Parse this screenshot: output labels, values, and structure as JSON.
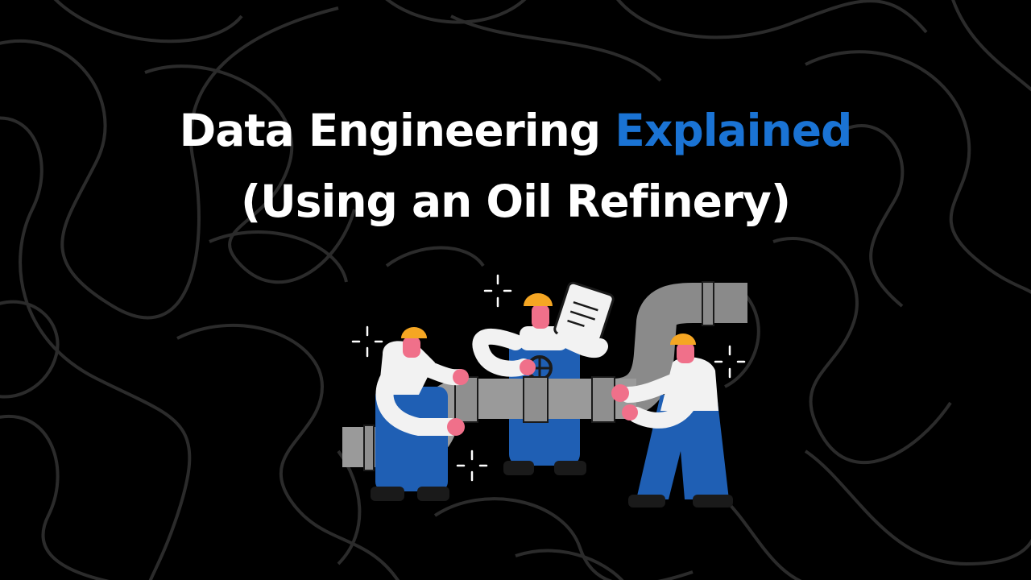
{
  "title": {
    "line1_prefix": "Data Engineering ",
    "line1_accent": "Explained",
    "line2": "(Using an Oil Refinery)"
  },
  "colors": {
    "background": "#000000",
    "contour": "#2a2a2a",
    "text": "#ffffff",
    "accent": "#1a73d4",
    "pipe": "#9a9a9a",
    "skin": "#f0708a",
    "helmet": "#f5a623",
    "overalls": "#1f5fb4",
    "shirt": "#f2f2f2"
  },
  "illustration": {
    "icon": "workers-fixing-pipeline-illustration"
  }
}
